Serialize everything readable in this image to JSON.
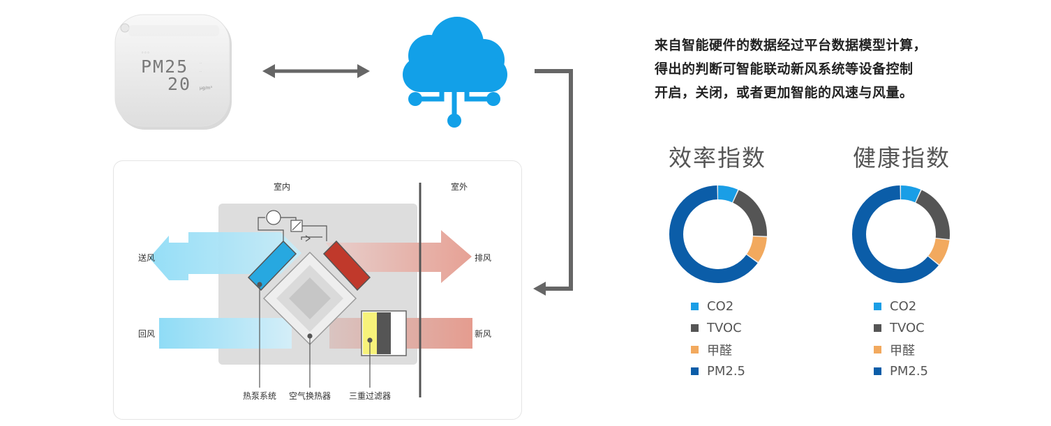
{
  "device": {
    "line1": "PM25",
    "line2": "20",
    "unit": "μg/m³"
  },
  "description": [
    "来自智能硬件的数据经过平台数据模型计算，",
    "得出的判断可智能联动新风系统等设备控制",
    "开启，关闭，或者更加智能的风速与风量。"
  ],
  "diagram": {
    "indoor": "室内",
    "outdoor": "室外",
    "supply_air": "送风",
    "exhaust_air": "排风",
    "return_air": "回风",
    "fresh_air": "新风",
    "heat_pump": "热泵系统",
    "heat_exchanger": "空气换热器",
    "filter": "三重过滤器"
  },
  "legend": [
    "CO2",
    "TVOC",
    "甲醛",
    "PM2.5"
  ],
  "colors": {
    "CO2": "#1a9ee6",
    "TVOC": "#555555",
    "甲醛": "#f2a95e",
    "PM2.5": "#0b5da8",
    "cloud": "#12a0e8"
  },
  "chart_data": [
    {
      "type": "pie",
      "title": "效率指数",
      "categories": [
        "CO2",
        "TVOC",
        "甲醛",
        "PM2.5"
      ],
      "values": [
        7,
        19,
        9,
        65
      ]
    },
    {
      "type": "pie",
      "title": "健康指数",
      "categories": [
        "CO2",
        "TVOC",
        "甲醛",
        "PM2.5"
      ],
      "values": [
        7,
        20,
        9,
        64
      ]
    }
  ]
}
